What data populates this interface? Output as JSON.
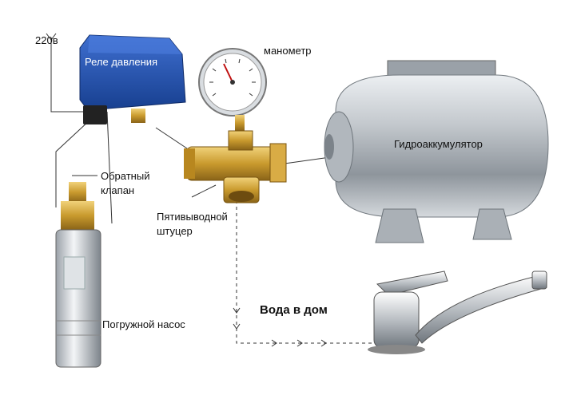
{
  "labels": {
    "power": "220в",
    "pressure_relay": "Реле давления",
    "manometer": "манометр",
    "accumulator": "Гидроаккумулятор",
    "check_valve_line1": "Обратный",
    "check_valve_line2": "клапан",
    "fitting_line1": "Пятивыводной",
    "fitting_line2": "штуцер",
    "water_to_house": "Вода в дом",
    "submersible_pump": "Погружной насос"
  }
}
